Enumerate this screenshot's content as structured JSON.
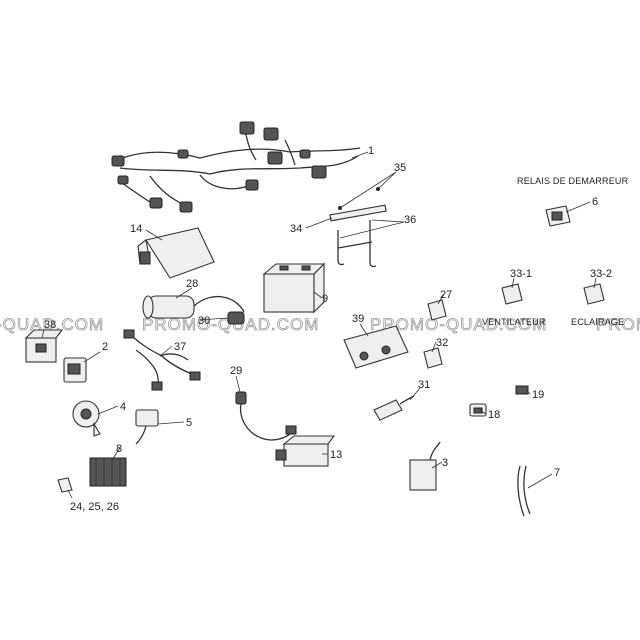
{
  "watermark": {
    "text": "PROMO-QUAD.COM",
    "text_cut_left": "-QUAD.COM",
    "text_cut_right": "PROMO"
  },
  "captions": {
    "relais_de_demarreur": "RELAIS DE DEMARREUR",
    "ventilateur": "VENTILATEUR",
    "eclairage": "ECLAIRAGE"
  },
  "part_numbers": {
    "p1": "1",
    "p2": "2",
    "p3": "3",
    "p4": "4",
    "p5": "5",
    "p6": "6",
    "p7": "7",
    "p8": "8",
    "p9": "9",
    "p13": "13",
    "p14": "14",
    "p18": "18",
    "p19": "19",
    "p24_25_26": "24, 25, 26",
    "p27": "27",
    "p28": "28",
    "p29": "29",
    "p30": "30",
    "p31": "31",
    "p32": "32",
    "p33_1": "33-1",
    "p33_2": "33-2",
    "p34": "34",
    "p35": "35",
    "p36": "36",
    "p37": "37",
    "p38": "38",
    "p39": "39"
  }
}
